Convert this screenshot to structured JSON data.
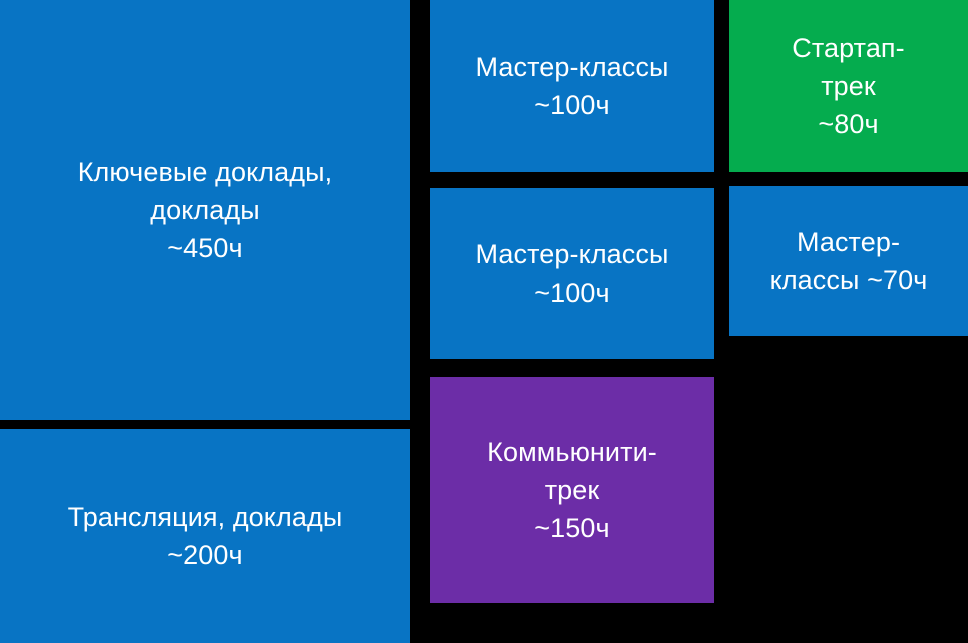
{
  "diagram": {
    "type": "block-layout",
    "background_color": "#000000",
    "text_color": "#ffffff",
    "palette": {
      "blue": "#0874C4",
      "green": "#05AC4E",
      "purple": "#6C2DA7"
    },
    "blocks": [
      {
        "id": "keynotes",
        "name": "keynotes-block",
        "text": "Ключевые доклады,\nдоклады\n~450ч",
        "track": "Ключевые доклады, доклады",
        "hours": "~450ч",
        "hours_value": 450,
        "color": "#0874C4",
        "column": "left",
        "row": 1
      },
      {
        "id": "broadcast",
        "name": "broadcast-block",
        "text": "Трансляция, доклады\n~200ч",
        "track": "Трансляция, доклады",
        "hours": "~200ч",
        "hours_value": 200,
        "color": "#0874C4",
        "column": "left",
        "row": 2
      },
      {
        "id": "masterclass-1",
        "name": "masterclass-block-1",
        "text": "Мастер-классы\n~100ч",
        "track": "Мастер-классы",
        "hours": "~100ч",
        "hours_value": 100,
        "color": "#0874C4",
        "column": "middle",
        "row": 1
      },
      {
        "id": "masterclass-2",
        "name": "masterclass-block-2",
        "text": "Мастер-классы\n~100ч",
        "track": "Мастер-классы",
        "hours": "~100ч",
        "hours_value": 100,
        "color": "#0874C4",
        "column": "middle",
        "row": 2
      },
      {
        "id": "community",
        "name": "community-track-block",
        "text": "Коммьюнити-\nтрек\n~150ч",
        "track": "Коммьюнити-трек",
        "hours": "~150ч",
        "hours_value": 150,
        "color": "#6C2DA7",
        "column": "middle",
        "row": 3
      },
      {
        "id": "startup",
        "name": "startup-track-block",
        "text": "Стартап-\nтрек\n~80ч",
        "track": "Стартап-трек",
        "hours": "~80ч",
        "hours_value": 80,
        "color": "#05AC4E",
        "column": "right",
        "row": 1
      },
      {
        "id": "masterclass-3",
        "name": "masterclass-block-3",
        "text": "Мастер-\nклассы ~70ч",
        "track": "Мастер-классы",
        "hours": "~70ч",
        "hours_value": 70,
        "color": "#0874C4",
        "column": "right",
        "row": 2
      }
    ]
  }
}
